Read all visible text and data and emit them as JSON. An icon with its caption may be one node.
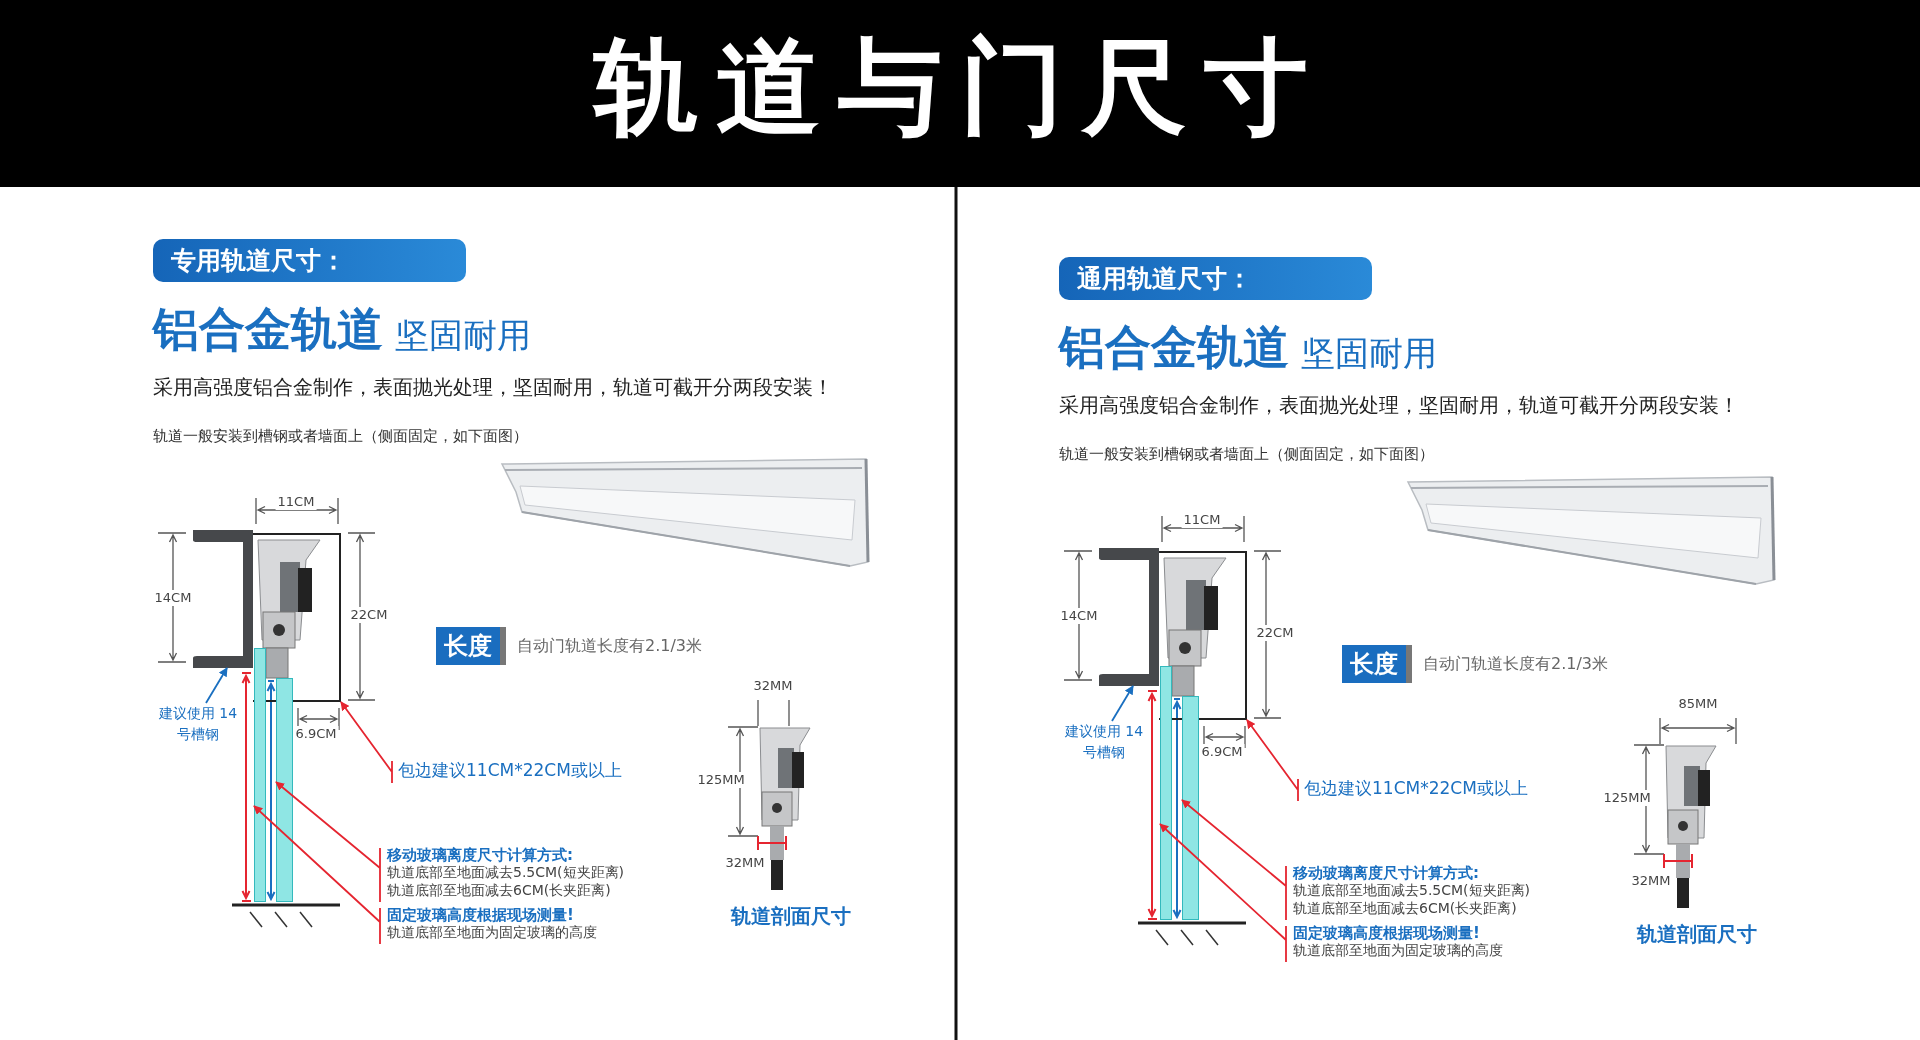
{
  "diagram": {
    "title": "轨道与门尺寸",
    "nodes": [
      {
        "text": [
          "专用轨道尺寸："
        ]
      },
      {
        "text": [
          "长度"
        ],
        "beside": [
          "自动门轨道长度有2.1/3米"
        ]
      },
      {
        "text": [
          "建议使用 14号槽钢"
        ]
      },
      {
        "text": [],
        "shape": "picture"
      },
      {
        "text": [
          "包边建议11CM*22CM或以上"
        ]
      },
      {
        "text": [],
        "shape": "box"
      },
      {
        "text": [
          "移动玻璃离度尺寸计算方式:",
          "轨道底部至地面减去5.5CM(短夹距离)",
          "轨道底部至地面减去6CM(长夹距离)"
        ]
      },
      {
        "text": [
          "固定玻璃高度根据现场测量!",
          "轨道底部至地面为固定玻璃的高度"
        ]
      },
      {
        "text": [],
        "shape": "bar"
      },
      {
        "text": [],
        "shape": "bar"
      },
      {
        "text": [
          "通用轨道尺寸："
        ]
      },
      {
        "text": [
          "长度"
        ],
        "beside": [
          "自动门轨道长度有2.1/3米"
        ]
      },
      {
        "text": [
          "建议使用 14号槽钢"
        ]
      },
      {
        "text": [],
        "shape": "picture"
      },
      {
        "text": [
          "包边建议11CM*22CM或以上"
        ]
      },
      {
        "text": [],
        "shape": "box"
      },
      {
        "text": [
          "移动玻璃离度尺寸计算方式:",
          "轨道底部至地面减去5.5CM(短夹距离)",
          "轨道底部至地面减去6CM(长夹距离)"
        ]
      },
      {
        "text": [
          "固定玻璃高度根据现场测量!",
          "轨道底部至地面为固定玻璃的高度"
        ]
      },
      {
        "text": [],
        "shape": "bar"
      },
      {
        "text": [],
        "shape": "bar"
      }
    ],
    "edges": [
      {
        "from": 2,
        "to": 3,
        "arrow": "to",
        "color": "#1a6fc0"
      },
      {
        "from": 4,
        "to": 5,
        "arrow": "to"
      },
      {
        "from": 6,
        "to": 9,
        "arrow": "to"
      },
      {
        "from": 7,
        "to": 8,
        "arrow": "to"
      },
      {
        "from": 12,
        "to": 13,
        "arrow": "to",
        "color": "#1a6fc0"
      },
      {
        "from": 14,
        "to": 15,
        "arrow": "to"
      },
      {
        "from": 16,
        "to": 19,
        "arrow": "to"
      },
      {
        "from": 17,
        "to": 18,
        "arrow": "to"
      }
    ],
    "labels": [
      "铝合金轨道",
      "坚固耐用",
      "采用高强度铝合金制作，表面抛光处理，坚固耐用，轨道可截开分两段安装！",
      "轨道一般安装到槽钢或者墙面上（侧面固定，如下面图）",
      "11CM",
      "14CM",
      "22CM",
      "6.9CM",
      "32MM",
      "125MM",
      "32MM",
      "轨道剖面尺寸",
      "铝合金轨道",
      "坚固耐用",
      "采用高强度铝合金制作，表面抛光处理，坚固耐用，轨道可截开分两段安装！",
      "轨道一般安装到槽钢或者墙面上（侧面固定，如下面图）",
      "11CM",
      "14CM",
      "22CM",
      "6.9CM",
      "85MM",
      "125MM",
      "32MM",
      "轨道剖面尺寸"
    ]
  }
}
